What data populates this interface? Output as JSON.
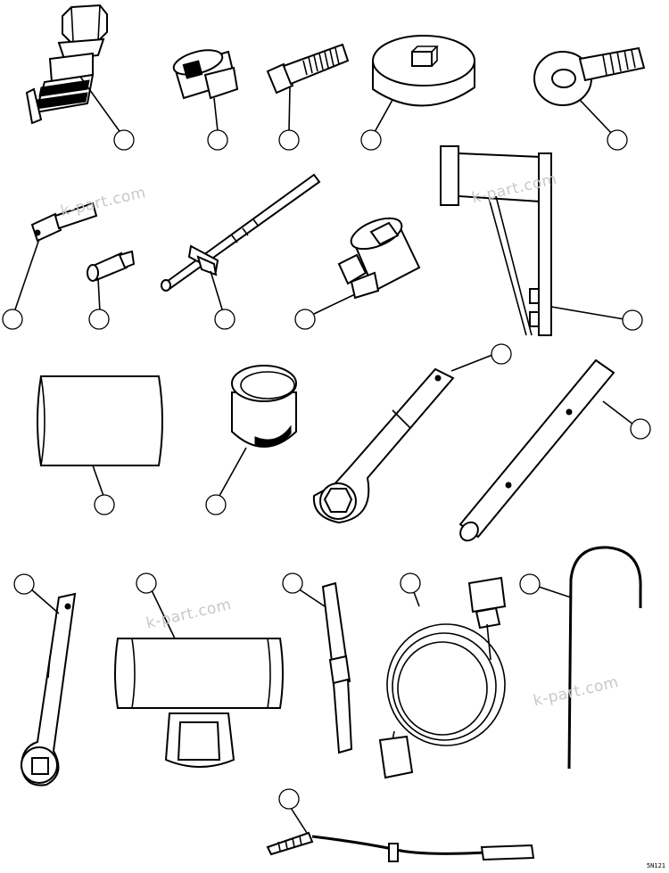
{
  "watermarks": [
    "k-part.com",
    "k-part.com",
    "k-part.com",
    "k-part.com"
  ],
  "drawing_code": "5N121"
}
